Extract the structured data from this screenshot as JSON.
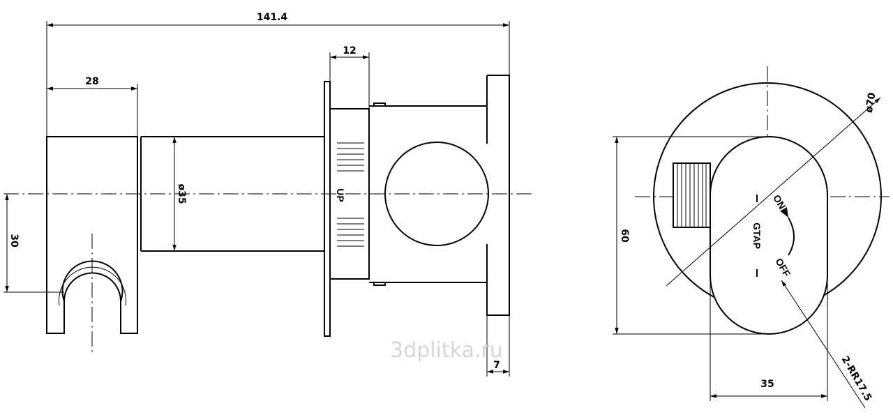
{
  "dimensions": {
    "overall_length": "141.4",
    "holder_length": "28",
    "flange_width": "12",
    "body_diameter": "ø35",
    "holder_height": "30",
    "plate_thickness": "7",
    "plate_diameter": "ø70",
    "lever_height": "60",
    "lever_width": "35",
    "lever_radius": "2-RR17.5"
  },
  "labels": {
    "up": "UP",
    "on": "ON",
    "off": "OFF",
    "brand": "GTAP"
  },
  "watermark": "3dplitka.ru"
}
